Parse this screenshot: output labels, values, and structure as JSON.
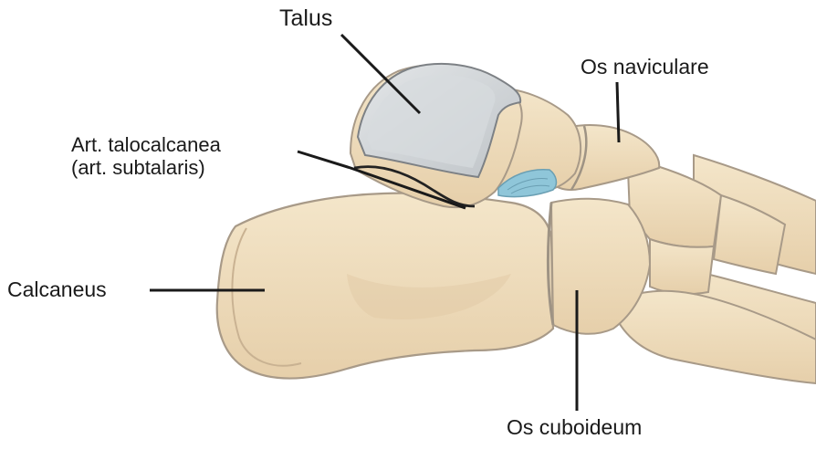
{
  "labels": {
    "talus": "Talus",
    "os_naviculare": "Os naviculare",
    "art_talocalcanea": "Art. talocalcanea",
    "art_subtalaris": "(art. subtalaris)",
    "calcaneus": "Calcaneus",
    "os_cuboideum": "Os cuboideum"
  },
  "colors": {
    "bone_fill": "#efdcbb",
    "bone_shade": "#dcc39d",
    "bone_outline": "#a89a88",
    "cartilage": "#c8ccd0",
    "cartilage_inner": "#d7dbde",
    "ligament": "#8fc6d9",
    "leader_line": "#1a1a1a"
  }
}
